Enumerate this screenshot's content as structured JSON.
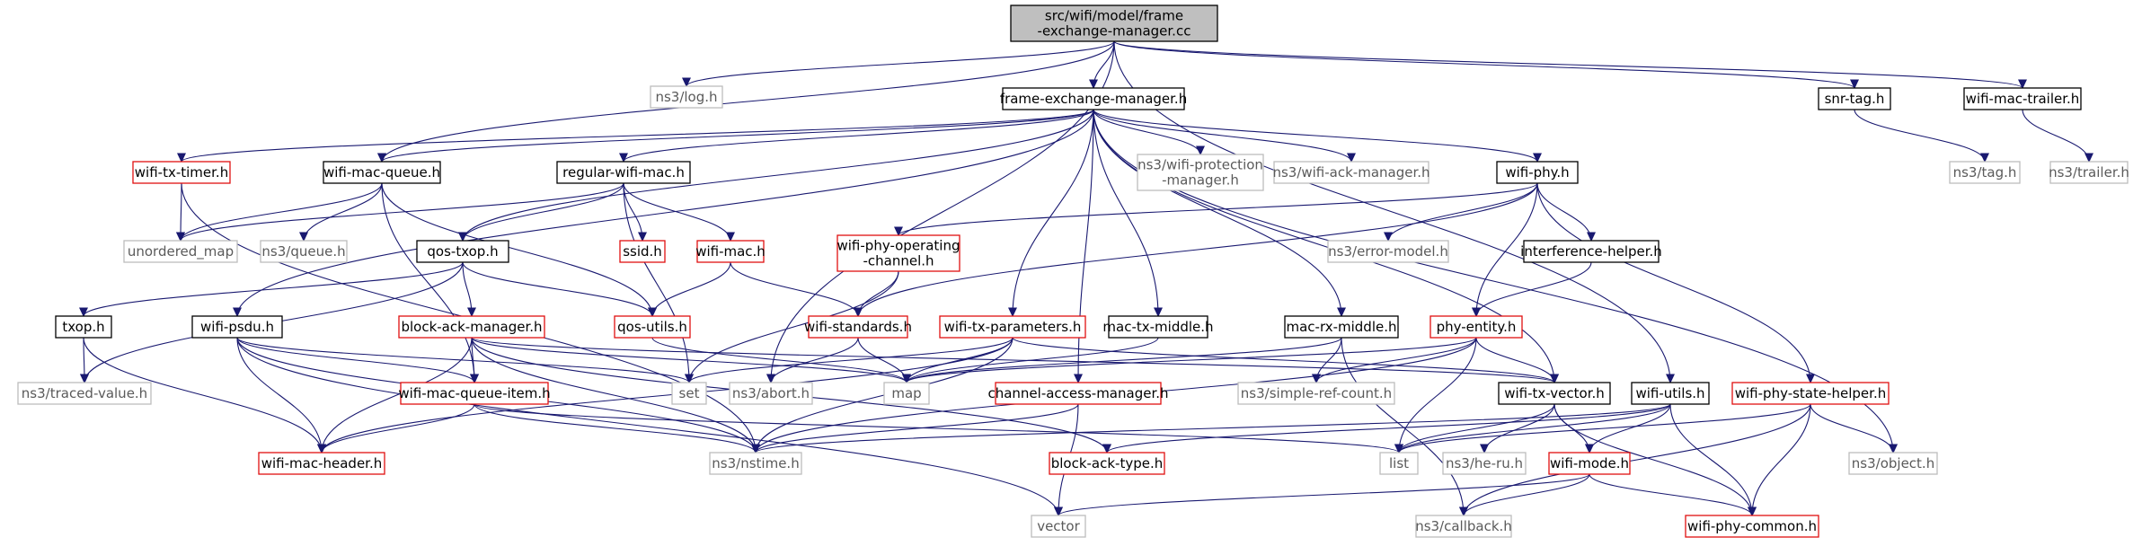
{
  "diagram": {
    "type": "include-dependency-graph",
    "colors": {
      "edge": "#191970",
      "root_fill": "#bfbfbf",
      "local_border": "#000000",
      "partial_border": "#e01010",
      "external_border": "#bdbdbd",
      "external_text": "#5a5a5a"
    },
    "nodes": [
      {
        "id": "root",
        "lines": [
          "src/wifi/model/frame",
          "-exchange-manager.cc"
        ],
        "kind": "root"
      },
      {
        "id": "log",
        "lines": [
          "ns3/log.h"
        ],
        "kind": "external"
      },
      {
        "id": "fem",
        "lines": [
          "frame-exchange-manager.h"
        ],
        "kind": "local"
      },
      {
        "id": "snrtag",
        "lines": [
          "snr-tag.h"
        ],
        "kind": "local"
      },
      {
        "id": "trailer",
        "lines": [
          "wifi-mac-trailer.h"
        ],
        "kind": "local"
      },
      {
        "id": "nstag",
        "lines": [
          "ns3/tag.h"
        ],
        "kind": "external"
      },
      {
        "id": "nstrailer",
        "lines": [
          "ns3/trailer.h"
        ],
        "kind": "external"
      },
      {
        "id": "txtimer",
        "lines": [
          "wifi-tx-timer.h"
        ],
        "kind": "partial"
      },
      {
        "id": "macqueue",
        "lines": [
          "wifi-mac-queue.h"
        ],
        "kind": "local"
      },
      {
        "id": "rwm",
        "lines": [
          "regular-wifi-mac.h"
        ],
        "kind": "local"
      },
      {
        "id": "protmgr",
        "lines": [
          "ns3/wifi-protection",
          "-manager.h"
        ],
        "kind": "external"
      },
      {
        "id": "ackmgr",
        "lines": [
          "ns3/wifi-ack-manager.h"
        ],
        "kind": "external"
      },
      {
        "id": "phy",
        "lines": [
          "wifi-phy.h"
        ],
        "kind": "local"
      },
      {
        "id": "umap",
        "lines": [
          "unordered_map"
        ],
        "kind": "external"
      },
      {
        "id": "nsqueue",
        "lines": [
          "ns3/queue.h"
        ],
        "kind": "external"
      },
      {
        "id": "ssid",
        "lines": [
          "ssid.h"
        ],
        "kind": "partial"
      },
      {
        "id": "wifimac",
        "lines": [
          "wifi-mac.h"
        ],
        "kind": "partial"
      },
      {
        "id": "opchan",
        "lines": [
          "wifi-phy-operating",
          "-channel.h"
        ],
        "kind": "partial"
      },
      {
        "id": "errmodel",
        "lines": [
          "ns3/error-model.h"
        ],
        "kind": "external"
      },
      {
        "id": "interf",
        "lines": [
          "interference-helper.h"
        ],
        "kind": "local"
      },
      {
        "id": "qostxop",
        "lines": [
          "qos-txop.h"
        ],
        "kind": "local"
      },
      {
        "id": "txop",
        "lines": [
          "txop.h"
        ],
        "kind": "local"
      },
      {
        "id": "psdu",
        "lines": [
          "wifi-psdu.h"
        ],
        "kind": "local"
      },
      {
        "id": "bam",
        "lines": [
          "block-ack-manager.h"
        ],
        "kind": "partial"
      },
      {
        "id": "qosutils",
        "lines": [
          "qos-utils.h"
        ],
        "kind": "partial"
      },
      {
        "id": "stds",
        "lines": [
          "wifi-standards.h"
        ],
        "kind": "partial"
      },
      {
        "id": "txparams",
        "lines": [
          "wifi-tx-parameters.h"
        ],
        "kind": "partial"
      },
      {
        "id": "mactx",
        "lines": [
          "mac-tx-middle.h"
        ],
        "kind": "local"
      },
      {
        "id": "macrx",
        "lines": [
          "mac-rx-middle.h"
        ],
        "kind": "local"
      },
      {
        "id": "phyent",
        "lines": [
          "phy-entity.h"
        ],
        "kind": "partial"
      },
      {
        "id": "traced",
        "lines": [
          "ns3/traced-value.h"
        ],
        "kind": "external"
      },
      {
        "id": "mqi",
        "lines": [
          "wifi-mac-queue-item.h"
        ],
        "kind": "partial"
      },
      {
        "id": "set",
        "lines": [
          "set"
        ],
        "kind": "external"
      },
      {
        "id": "abort",
        "lines": [
          "ns3/abort.h"
        ],
        "kind": "external"
      },
      {
        "id": "map",
        "lines": [
          "map"
        ],
        "kind": "external"
      },
      {
        "id": "cam",
        "lines": [
          "channel-access-manager.h"
        ],
        "kind": "partial"
      },
      {
        "id": "simpleref",
        "lines": [
          "ns3/simple-ref-count.h"
        ],
        "kind": "external"
      },
      {
        "id": "txvec",
        "lines": [
          "wifi-tx-vector.h"
        ],
        "kind": "local"
      },
      {
        "id": "utils",
        "lines": [
          "wifi-utils.h"
        ],
        "kind": "local"
      },
      {
        "id": "statehelper",
        "lines": [
          "wifi-phy-state-helper.h"
        ],
        "kind": "partial"
      },
      {
        "id": "hdr",
        "lines": [
          "wifi-mac-header.h"
        ],
        "kind": "partial"
      },
      {
        "id": "nstime",
        "lines": [
          "ns3/nstime.h"
        ],
        "kind": "external"
      },
      {
        "id": "batype",
        "lines": [
          "block-ack-type.h"
        ],
        "kind": "partial"
      },
      {
        "id": "list",
        "lines": [
          "list"
        ],
        "kind": "external"
      },
      {
        "id": "heru",
        "lines": [
          "ns3/he-ru.h"
        ],
        "kind": "external"
      },
      {
        "id": "mode",
        "lines": [
          "wifi-mode.h"
        ],
        "kind": "partial"
      },
      {
        "id": "object",
        "lines": [
          "ns3/object.h"
        ],
        "kind": "external"
      },
      {
        "id": "vector",
        "lines": [
          "vector"
        ],
        "kind": "external"
      },
      {
        "id": "callback",
        "lines": [
          "ns3/callback.h"
        ],
        "kind": "external"
      },
      {
        "id": "common",
        "lines": [
          "wifi-phy-common.h"
        ],
        "kind": "partial"
      }
    ],
    "edges": [
      [
        "root",
        "log"
      ],
      [
        "root",
        "fem"
      ],
      [
        "root",
        "snrtag"
      ],
      [
        "root",
        "trailer"
      ],
      [
        "root",
        "macqueue"
      ],
      [
        "root",
        "abort"
      ],
      [
        "root",
        "utils"
      ],
      [
        "snrtag",
        "nstag"
      ],
      [
        "trailer",
        "nstrailer"
      ],
      [
        "fem",
        "txtimer"
      ],
      [
        "fem",
        "macqueue"
      ],
      [
        "fem",
        "rwm"
      ],
      [
        "fem",
        "protmgr"
      ],
      [
        "fem",
        "ackmgr"
      ],
      [
        "fem",
        "phy"
      ],
      [
        "fem",
        "qostxop"
      ],
      [
        "fem",
        "psdu"
      ],
      [
        "fem",
        "txparams"
      ],
      [
        "fem",
        "mactx"
      ],
      [
        "fem",
        "macrx"
      ],
      [
        "fem",
        "cam"
      ],
      [
        "fem",
        "txvec"
      ],
      [
        "fem",
        "object"
      ],
      [
        "txtimer",
        "umap"
      ],
      [
        "txtimer",
        "nstime"
      ],
      [
        "macqueue",
        "umap"
      ],
      [
        "macqueue",
        "nsqueue"
      ],
      [
        "macqueue",
        "mqi"
      ],
      [
        "macqueue",
        "qosutils"
      ],
      [
        "rwm",
        "umap"
      ],
      [
        "rwm",
        "ssid"
      ],
      [
        "rwm",
        "wifimac"
      ],
      [
        "rwm",
        "qostxop"
      ],
      [
        "rwm",
        "set"
      ],
      [
        "wifimac",
        "qosutils"
      ],
      [
        "wifimac",
        "stds"
      ],
      [
        "phy",
        "opchan"
      ],
      [
        "phy",
        "errmodel"
      ],
      [
        "phy",
        "interf"
      ],
      [
        "phy",
        "phyent"
      ],
      [
        "phy",
        "statehelper"
      ],
      [
        "phy",
        "stds"
      ],
      [
        "opchan",
        "stds"
      ],
      [
        "opchan",
        "set"
      ],
      [
        "interf",
        "phyent"
      ],
      [
        "qostxop",
        "txop"
      ],
      [
        "qostxop",
        "bam"
      ],
      [
        "qostxop",
        "qosutils"
      ],
      [
        "qostxop",
        "traced"
      ],
      [
        "txop",
        "traced"
      ],
      [
        "txop",
        "hdr"
      ],
      [
        "psdu",
        "mqi"
      ],
      [
        "psdu",
        "hdr"
      ],
      [
        "psdu",
        "nstime"
      ],
      [
        "psdu",
        "vector"
      ],
      [
        "psdu",
        "set"
      ],
      [
        "bam",
        "mqi"
      ],
      [
        "bam",
        "hdr"
      ],
      [
        "bam",
        "nstime"
      ],
      [
        "bam",
        "batype"
      ],
      [
        "bam",
        "map"
      ],
      [
        "bam",
        "txvec"
      ],
      [
        "qosutils",
        "map"
      ],
      [
        "stds",
        "map"
      ],
      [
        "stds",
        "abort"
      ],
      [
        "txparams",
        "map"
      ],
      [
        "txparams",
        "set"
      ],
      [
        "txparams",
        "nstime"
      ],
      [
        "txparams",
        "hdr"
      ],
      [
        "txparams",
        "txvec"
      ],
      [
        "mactx",
        "map"
      ],
      [
        "macrx",
        "map"
      ],
      [
        "macrx",
        "simpleref"
      ],
      [
        "macrx",
        "callback"
      ],
      [
        "phyent",
        "map"
      ],
      [
        "phyent",
        "simpleref"
      ],
      [
        "phyent",
        "txvec"
      ],
      [
        "phyent",
        "list"
      ],
      [
        "phyent",
        "nstime"
      ],
      [
        "mqi",
        "hdr"
      ],
      [
        "mqi",
        "nstime"
      ],
      [
        "mqi",
        "list"
      ],
      [
        "cam",
        "nstime"
      ],
      [
        "cam",
        "vector"
      ],
      [
        "txvec",
        "list"
      ],
      [
        "txvec",
        "heru"
      ],
      [
        "txvec",
        "mode"
      ],
      [
        "txvec",
        "common"
      ],
      [
        "utils",
        "mode"
      ],
      [
        "utils",
        "list"
      ],
      [
        "utils",
        "common"
      ],
      [
        "utils",
        "batype"
      ],
      [
        "utils",
        "nstime"
      ],
      [
        "statehelper",
        "object"
      ],
      [
        "statehelper",
        "callback"
      ],
      [
        "statehelper",
        "common"
      ],
      [
        "statehelper",
        "list"
      ],
      [
        "mode",
        "vector"
      ],
      [
        "mode",
        "callback"
      ],
      [
        "mode",
        "common"
      ]
    ]
  }
}
